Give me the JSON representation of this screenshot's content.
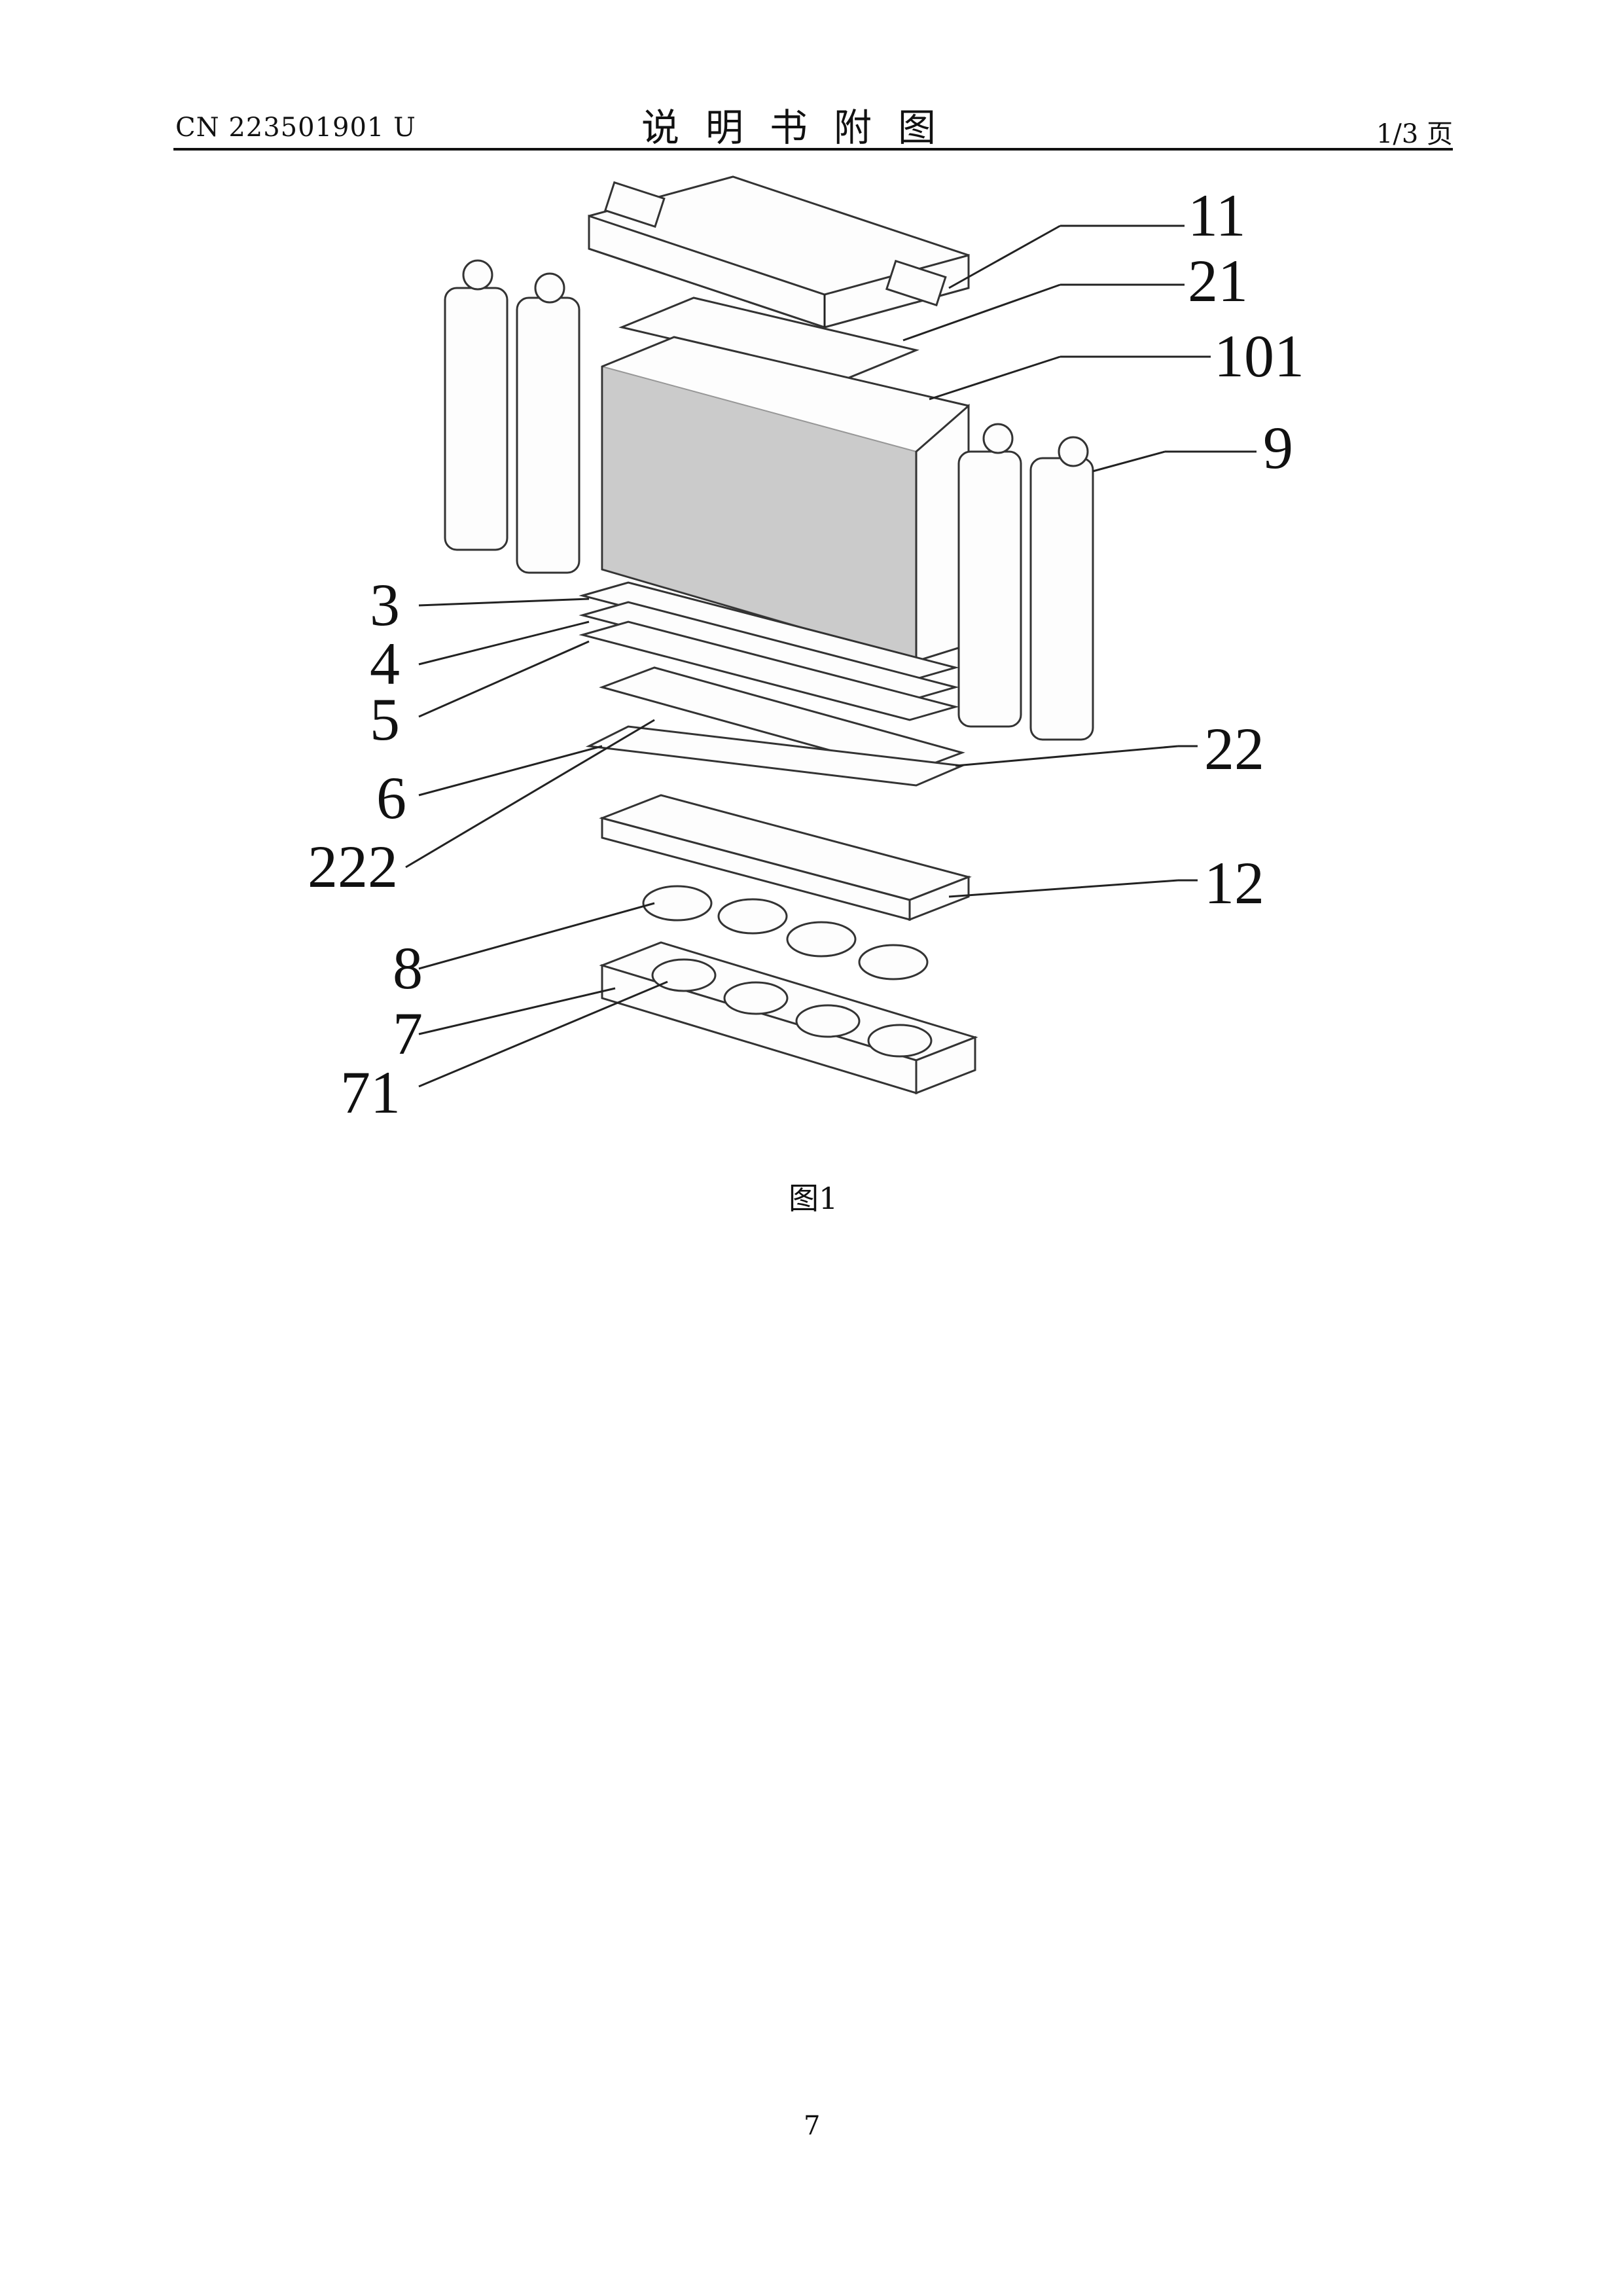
{
  "header": {
    "patent_number": "CN 223501901 U",
    "title": "说明书附图",
    "page_of": "1/3 页"
  },
  "figure": {
    "labels": {
      "l11": "11",
      "l21": "21",
      "l101": "101",
      "l9": "9",
      "l3": "3",
      "l4": "4",
      "l5": "5",
      "l22": "22",
      "l6": "6",
      "l222": "222",
      "l12": "12",
      "l8": "8",
      "l7": "7",
      "l71": "71"
    },
    "caption": "图1"
  },
  "footer": {
    "page_number": "7"
  }
}
